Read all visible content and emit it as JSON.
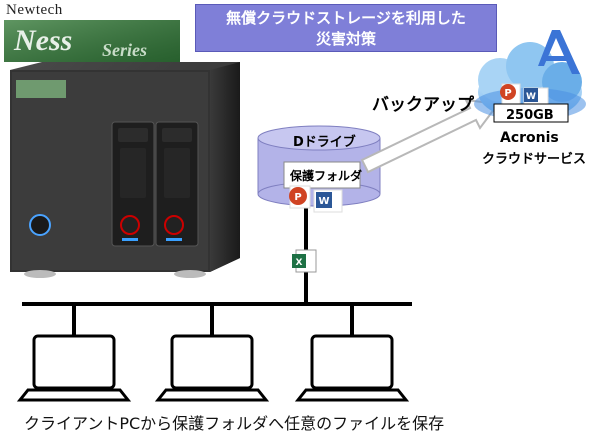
{
  "brand": {
    "maker": "Newtech",
    "logo_text": "Ness Series"
  },
  "title": {
    "line1": "無償クラウドストレージを利用した",
    "line2": "災害対策"
  },
  "diagram": {
    "drive_label": "Dドライブ",
    "folder_label": "保護フォルダ",
    "backup_label": "バックアップ",
    "cloud": {
      "capacity": "250GB",
      "service_name": "Acronis",
      "service_desc": "クラウドサービス"
    },
    "file_icons": {
      "powerpoint": "P",
      "word": "W",
      "excel": "X"
    }
  },
  "caption": "クライアントPCから保護フォルダへ任意のファイルを保存",
  "colors": {
    "title_bg": "#7f7fd8",
    "drive_fill": "#b3b3e8",
    "powerpoint": "#d04423",
    "word": "#2b5797",
    "excel": "#1e7145",
    "cloud": "#4a90e2"
  }
}
